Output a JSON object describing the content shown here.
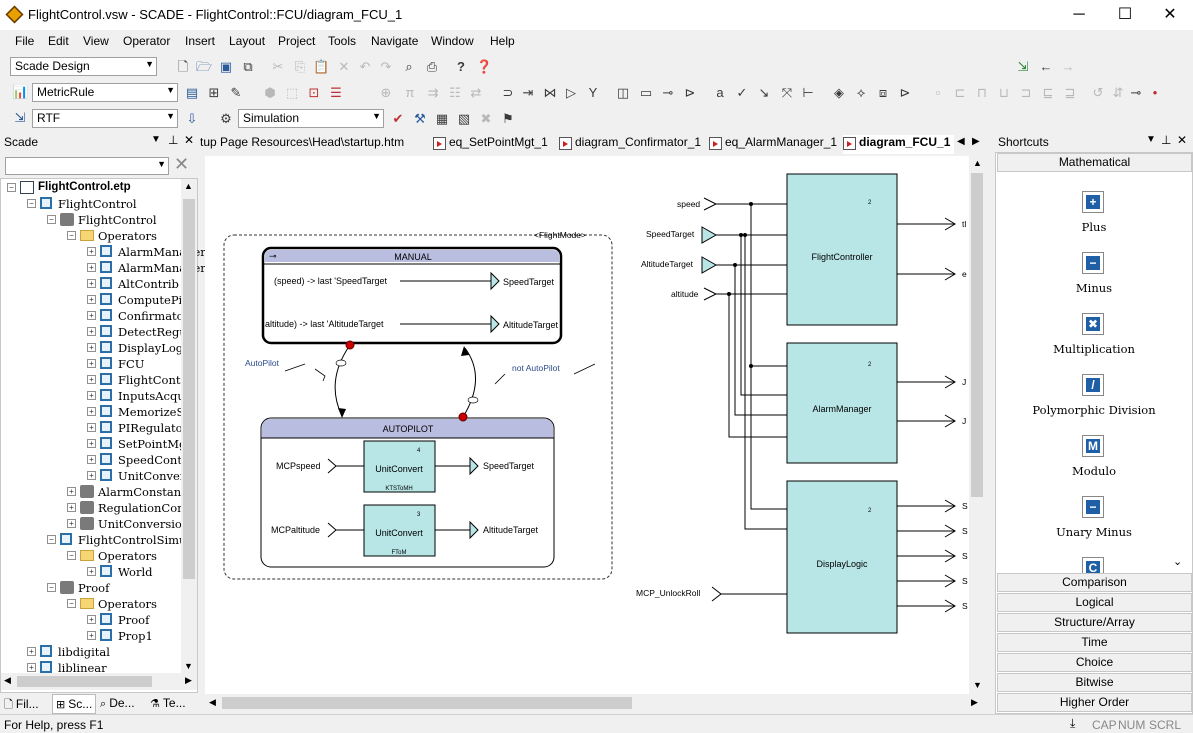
{
  "window": {
    "title": "FlightControl.vsw - SCADE - FlightControl::FCU/diagram_FCU_1"
  },
  "menu": [
    "File",
    "Edit",
    "View",
    "Operator",
    "Insert",
    "Layout",
    "Project",
    "Tools",
    "Navigate",
    "Window",
    "Help"
  ],
  "toolbars": {
    "workspace_mode": "Scade Design",
    "metric": "MetricRule",
    "report": "RTF",
    "config": "Simulation"
  },
  "left_panel": {
    "title": "Scade",
    "search_value": "",
    "tree": [
      {
        "label": "FlightControl.etp",
        "level": 0,
        "icon": "project-icon",
        "bold": true
      },
      {
        "label": "FlightControl",
        "level": 1,
        "icon": "block-icon"
      },
      {
        "label": "FlightControl",
        "level": 2,
        "icon": "cube-icon"
      },
      {
        "label": "Operators",
        "level": 3,
        "icon": "folder-icon"
      },
      {
        "label": "AlarmManager",
        "level": 4,
        "icon": "block-icon"
      },
      {
        "label": "AlarmManager",
        "level": 4,
        "icon": "block-icon"
      },
      {
        "label": "AltContrib",
        "level": 4,
        "icon": "block-icon"
      },
      {
        "label": "ComputePit",
        "level": 4,
        "icon": "block-icon"
      },
      {
        "label": "Confirmator",
        "level": 4,
        "icon": "block-icon"
      },
      {
        "label": "DetectRegul",
        "level": 4,
        "icon": "block-icon"
      },
      {
        "label": "DisplayLogi",
        "level": 4,
        "icon": "block-icon"
      },
      {
        "label": "FCU",
        "level": 4,
        "icon": "block-icon"
      },
      {
        "label": "FlightContro",
        "level": 4,
        "icon": "block-icon"
      },
      {
        "label": "InputsAcqu",
        "level": 4,
        "icon": "block-icon"
      },
      {
        "label": "MemorizeSe",
        "level": 4,
        "icon": "block-icon"
      },
      {
        "label": "PIRegulator",
        "level": 4,
        "icon": "block-icon"
      },
      {
        "label": "SetPointMg",
        "level": 4,
        "icon": "block-icon"
      },
      {
        "label": "SpeedContr",
        "level": 4,
        "icon": "block-icon"
      },
      {
        "label": "UnitConver",
        "level": 4,
        "icon": "block-icon"
      },
      {
        "label": "AlarmConstants",
        "level": 3,
        "icon": "cube-icon"
      },
      {
        "label": "RegulationCons",
        "level": 3,
        "icon": "cube-icon"
      },
      {
        "label": "UnitConversion",
        "level": 3,
        "icon": "cube-icon"
      },
      {
        "label": "FlightControlSimula",
        "level": 2,
        "icon": "block-icon"
      },
      {
        "label": "Operators",
        "level": 3,
        "icon": "folder-icon"
      },
      {
        "label": "World",
        "level": 4,
        "icon": "block-icon"
      },
      {
        "label": "Proof",
        "level": 2,
        "icon": "cube-icon"
      },
      {
        "label": "Operators",
        "level": 3,
        "icon": "folder-icon"
      },
      {
        "label": "Proof",
        "level": 4,
        "icon": "block-icon"
      },
      {
        "label": "Prop1",
        "level": 4,
        "icon": "block-icon"
      },
      {
        "label": "libdigital",
        "level": 1,
        "icon": "block-icon"
      },
      {
        "label": "liblinear",
        "level": 1,
        "icon": "block-icon"
      }
    ],
    "tabs": [
      "Fil...",
      "Sc...",
      "De...",
      "Te..."
    ]
  },
  "doc_tabs": [
    "tup Page Resources\\Head\\startup.htm",
    "eq_SetPointMgt_1",
    "diagram_Confirmator_1",
    "eq_AlarmManager_1",
    "diagram_FCU_1"
  ],
  "diagram": {
    "flightmode_label": "<FlightMode>",
    "manual": {
      "title": "MANUAL",
      "eq1": "(speed) -> last 'SpeedTarget",
      "out1": "SpeedTarget",
      "eq2": "altitude) -> last 'AltitudeTarget",
      "out2": "AltitudeTarget"
    },
    "autopilot": {
      "title": "AUTOPILOT",
      "in1": "MCPspeed",
      "op1": "UnitConvert",
      "op1_num": "4",
      "op1_sub": "KTSToMH",
      "out1": "SpeedTarget",
      "in2": "MCPaltitude",
      "op2": "UnitConvert",
      "op2_num": "3",
      "op2_sub": "FToM",
      "out2": "AltitudeTarget"
    },
    "transitions": {
      "to_auto": "AutoPilot",
      "to_manual": "not AutoPilot"
    },
    "inputs": [
      "speed",
      "SpeedTarget",
      "AltitudeTarget",
      "altitude",
      "MCP_UnlockRoll"
    ],
    "blocks": [
      {
        "name": "FlightController",
        "num": "2"
      },
      {
        "name": "AlarmManager",
        "num": "2"
      },
      {
        "name": "DisplayLogic",
        "num": "2"
      }
    ],
    "outputs_flight": [
      "tl",
      "e"
    ],
    "outputs_alarm": [
      "J",
      "J"
    ],
    "outputs_display": [
      "S",
      "S",
      "S",
      "S",
      "S"
    ]
  },
  "right_panel": {
    "title": "Shortcuts",
    "active_section": "Mathematical",
    "operators": [
      {
        "label": "Plus",
        "glyph": "+"
      },
      {
        "label": "Minus",
        "glyph": "−"
      },
      {
        "label": "Multiplication",
        "glyph": "✖"
      },
      {
        "label": "Polymorphic Division",
        "glyph": "/"
      },
      {
        "label": "Modulo",
        "glyph": "M"
      },
      {
        "label": "Unary Minus",
        "glyph": "−"
      },
      {
        "label": "",
        "glyph": "C"
      }
    ],
    "sections": [
      "Comparison",
      "Logical",
      "Structure/Array",
      "Time",
      "Choice",
      "Bitwise",
      "Higher Order"
    ]
  },
  "status": {
    "help": "For Help, press F1",
    "indicators": [
      "CAP",
      "NUM",
      "SCRL"
    ]
  }
}
